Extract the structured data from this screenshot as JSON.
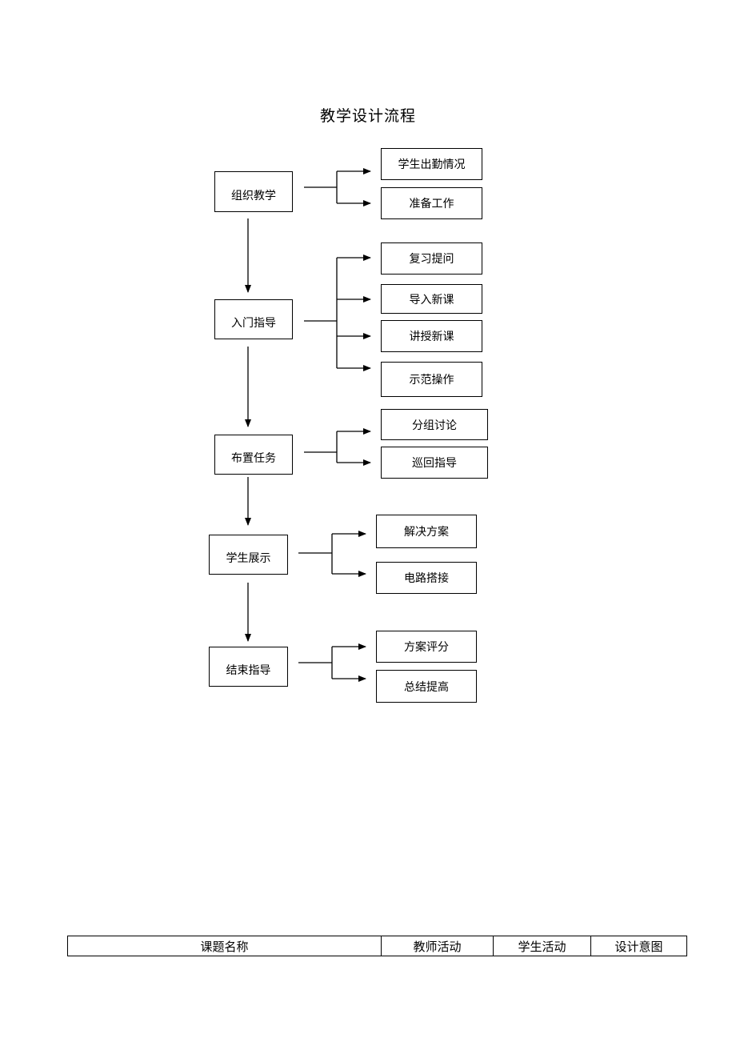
{
  "title": "教学设计流程",
  "steps": [
    {
      "label": "组织教学",
      "subs": [
        "学生出勤情况",
        "准备工作"
      ]
    },
    {
      "label": "入门指导",
      "subs": [
        "复习提问",
        "导入新课",
        "讲授新课",
        "示范操作"
      ]
    },
    {
      "label": "布置任务",
      "subs": [
        "分组讨论",
        "巡回指导"
      ]
    },
    {
      "label": "学生展示",
      "subs": [
        "解决方案",
        "电路搭接"
      ]
    },
    {
      "label": "结束指导",
      "subs": [
        "方案评分",
        "总结提高"
      ]
    }
  ],
  "table_headers": [
    "课题名称",
    "教师活动",
    "学生活动",
    "设计意图"
  ]
}
